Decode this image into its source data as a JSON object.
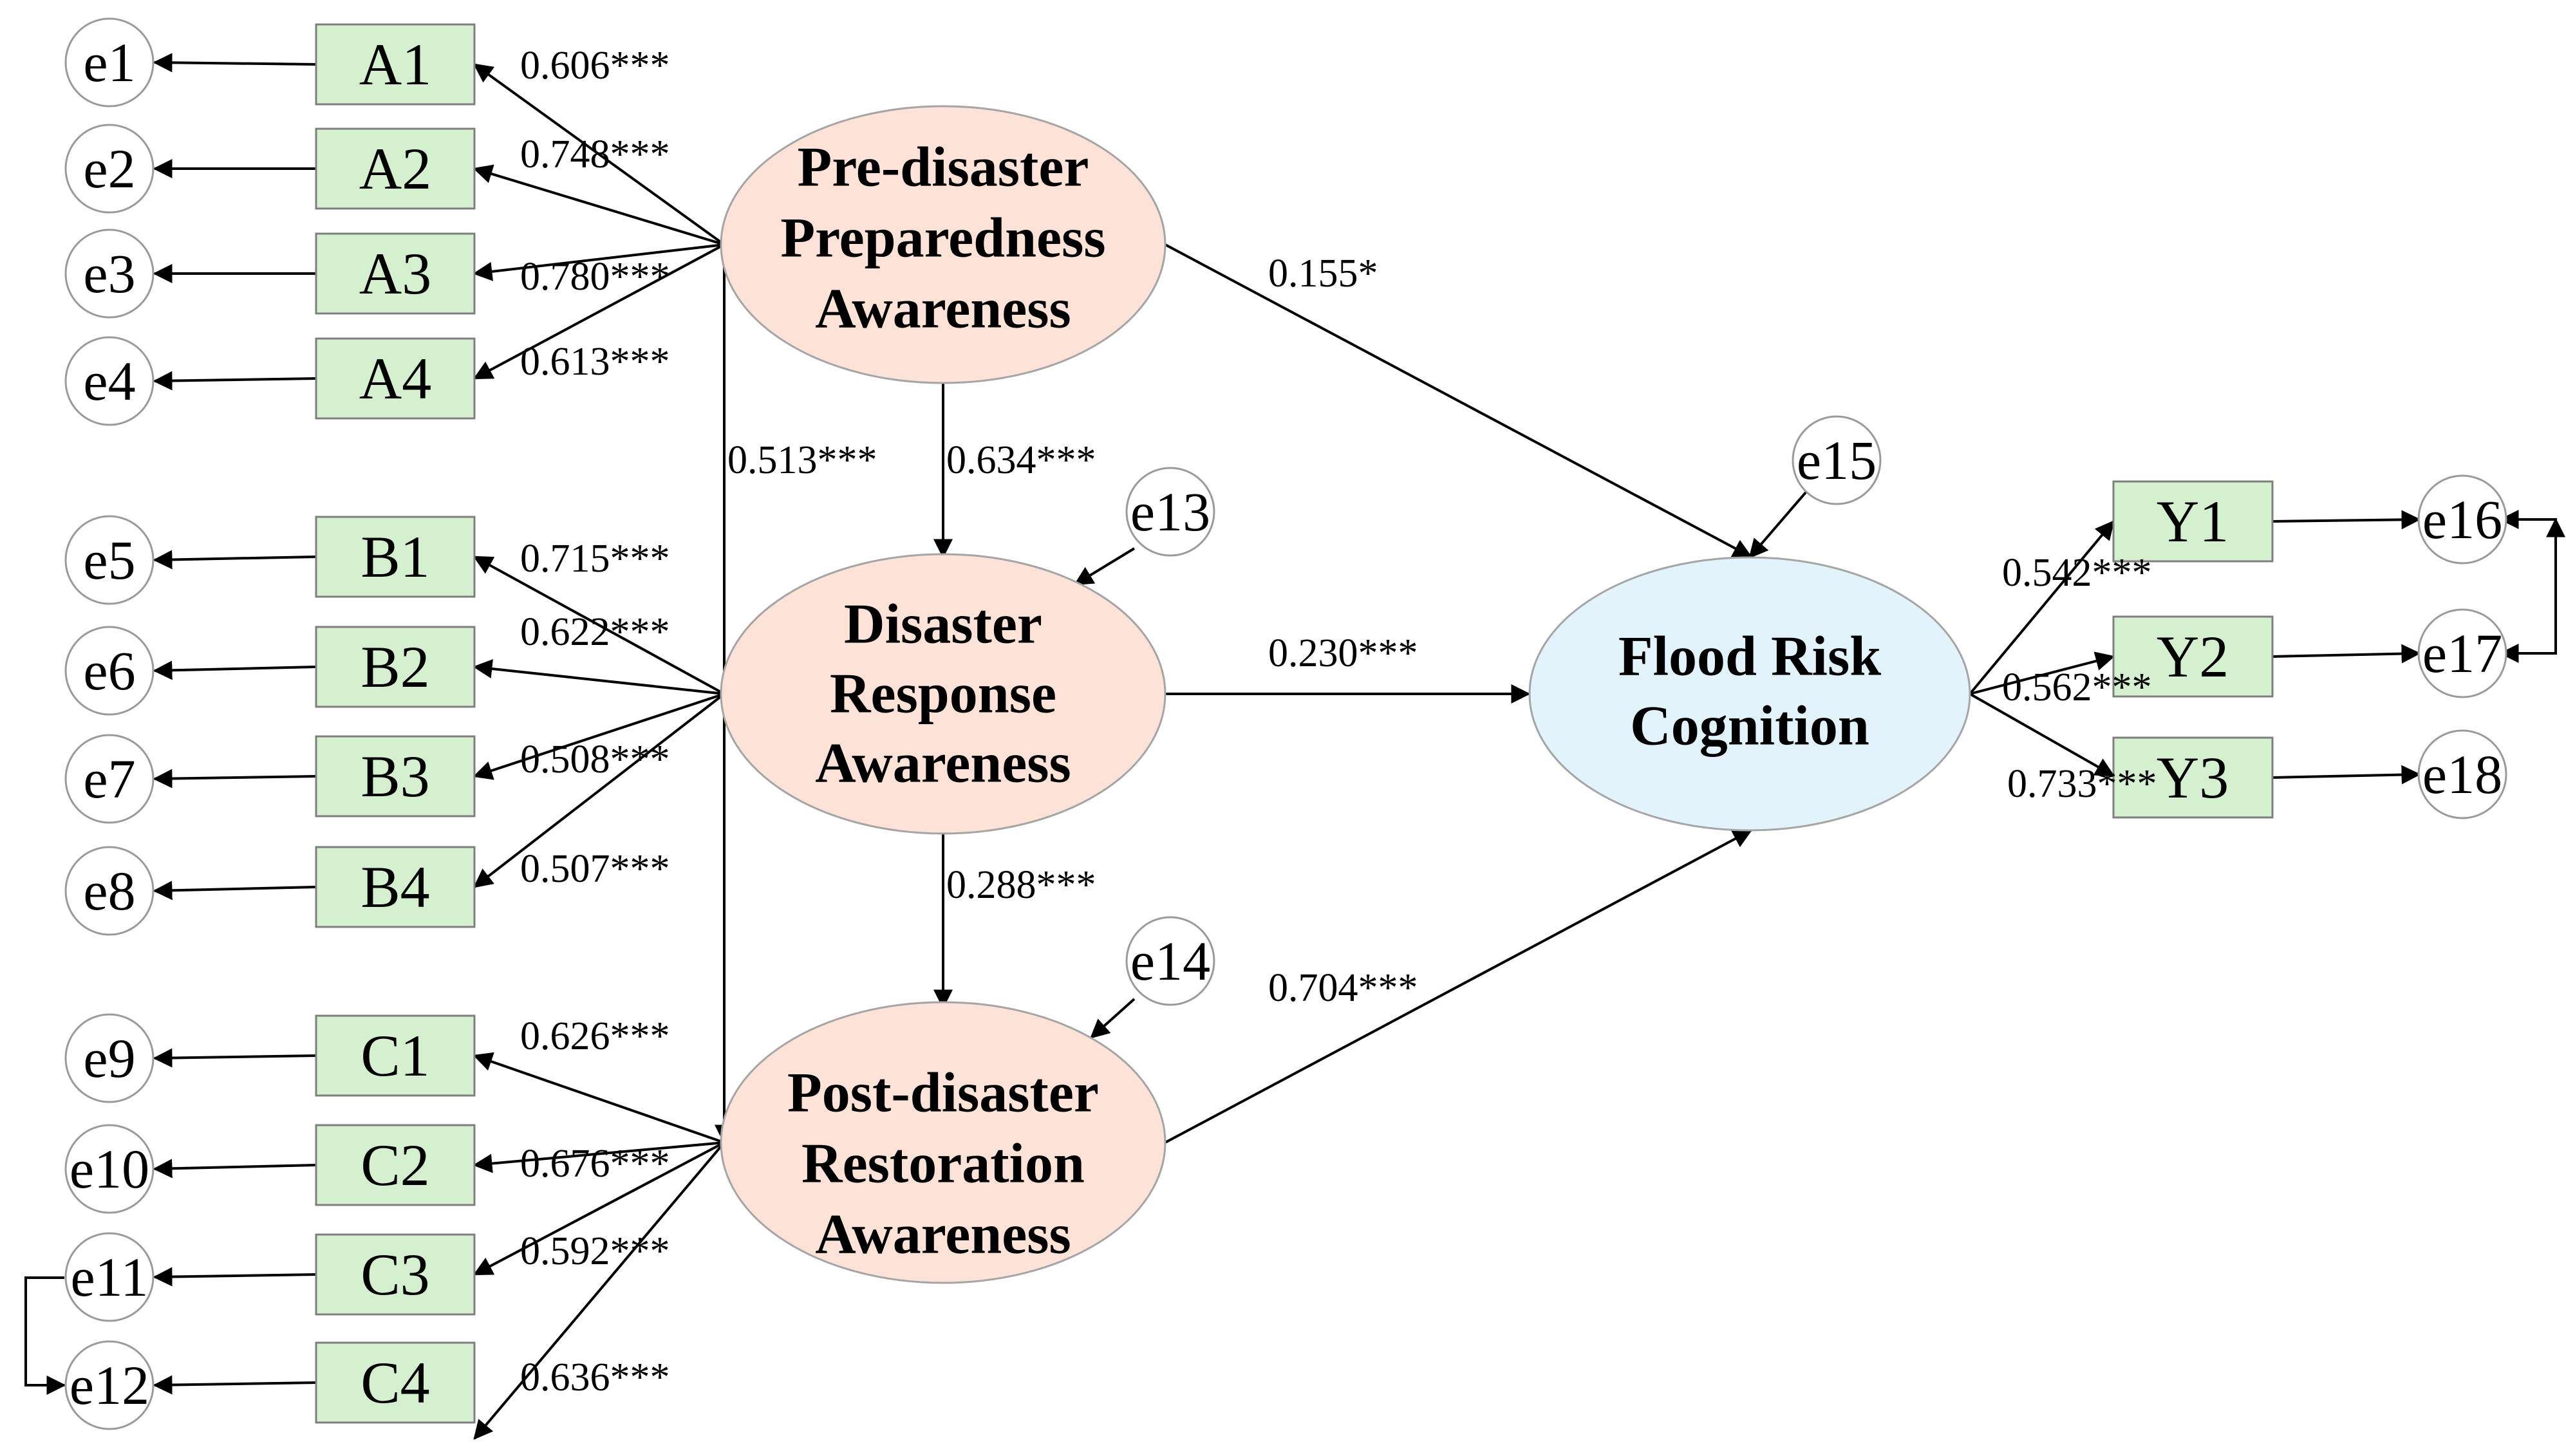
{
  "latents": {
    "pre": {
      "lines": [
        "Pre-disaster",
        "Preparedness",
        "Awareness"
      ]
    },
    "response": {
      "lines": [
        "Disaster",
        "Response",
        "Awareness"
      ]
    },
    "post": {
      "lines": [
        "Post-disaster",
        "Restoration",
        "Awareness"
      ]
    },
    "flood": {
      "lines": [
        "Flood Risk",
        "Cognition"
      ]
    }
  },
  "indicators": {
    "A1": "A1",
    "A2": "A2",
    "A3": "A3",
    "A4": "A4",
    "B1": "B1",
    "B2": "B2",
    "B3": "B3",
    "B4": "B4",
    "C1": "C1",
    "C2": "C2",
    "C3": "C3",
    "C4": "C4",
    "Y1": "Y1",
    "Y2": "Y2",
    "Y3": "Y3"
  },
  "errors": {
    "e1": "e1",
    "e2": "e2",
    "e3": "e3",
    "e4": "e4",
    "e5": "e5",
    "e6": "e6",
    "e7": "e7",
    "e8": "e8",
    "e9": "e9",
    "e10": "e10",
    "e11": "e11",
    "e12": "e12",
    "e13": "e13",
    "e14": "e14",
    "e15": "e15",
    "e16": "e16",
    "e17": "e17",
    "e18": "e18"
  },
  "loadings": {
    "A1": "0.606***",
    "A2": "0.748***",
    "A3": "0.780***",
    "A4": "0.613***",
    "B1": "0.715***",
    "B2": "0.622***",
    "B3": "0.508***",
    "B4": "0.507***",
    "C1": "0.626***",
    "C2": "0.676***",
    "C3": "0.592***",
    "C4": "0.636***",
    "Y1": "0.542***",
    "Y2": "0.562***",
    "Y3": "0.733***"
  },
  "paths": {
    "pre_to_response": "0.634***",
    "pre_to_post": "0.513***",
    "response_to_post": "0.288***",
    "pre_to_flood": "0.155*",
    "response_to_flood": "0.230***",
    "post_to_flood": "0.704***"
  },
  "colors": {
    "indicator_fill": "#d4f0cf",
    "latent_fill": "#fde2d8",
    "outcome_fill": "#e3f3fb"
  }
}
